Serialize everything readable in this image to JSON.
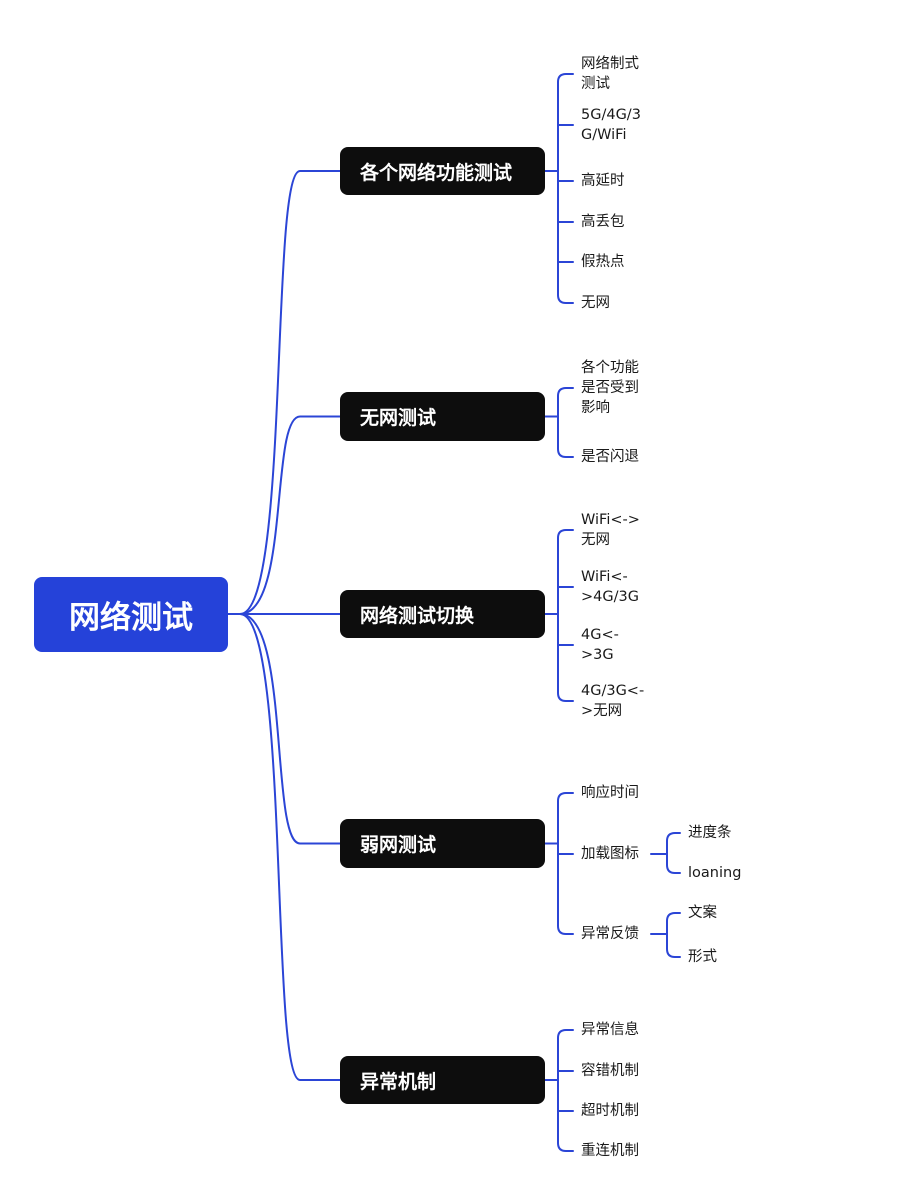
{
  "colors": {
    "connector": "#2b45d6",
    "root_fill": "#2542d9",
    "branch_fill": "#0d0d0d",
    "root_text": "#ffffff",
    "branch_text": "#ffffff",
    "leaf_text": "#1a1a1a"
  },
  "root": {
    "label": "网络测试"
  },
  "branches": [
    {
      "label": "各个网络功能测试",
      "children": [
        {
          "label": "网络制式\n测试"
        },
        {
          "label": "5G/4G/3\nG/WiFi"
        },
        {
          "label": "高延时"
        },
        {
          "label": "高丢包"
        },
        {
          "label": "假热点"
        },
        {
          "label": "无网"
        }
      ]
    },
    {
      "label": "无网测试",
      "children": [
        {
          "label": "各个功能\n是否受到\n影响"
        },
        {
          "label": "是否闪退"
        }
      ]
    },
    {
      "label": "网络测试切换",
      "children": [
        {
          "label": "WiFi<->\n无网"
        },
        {
          "label": "WiFi<-\n>4G/3G"
        },
        {
          "label": "4G<-\n>3G"
        },
        {
          "label": "4G/3G<-\n>无网"
        }
      ]
    },
    {
      "label": "弱网测试",
      "children": [
        {
          "label": "响应时间"
        },
        {
          "label": "加载图标",
          "children": [
            {
              "label": "进度条"
            },
            {
              "label": "loaning"
            }
          ]
        },
        {
          "label": "异常反馈",
          "children": [
            {
              "label": "文案"
            },
            {
              "label": "形式"
            }
          ]
        }
      ]
    },
    {
      "label": "异常机制",
      "children": [
        {
          "label": "异常信息"
        },
        {
          "label": "容错机制"
        },
        {
          "label": "超时机制"
        },
        {
          "label": "重连机制"
        }
      ]
    }
  ]
}
